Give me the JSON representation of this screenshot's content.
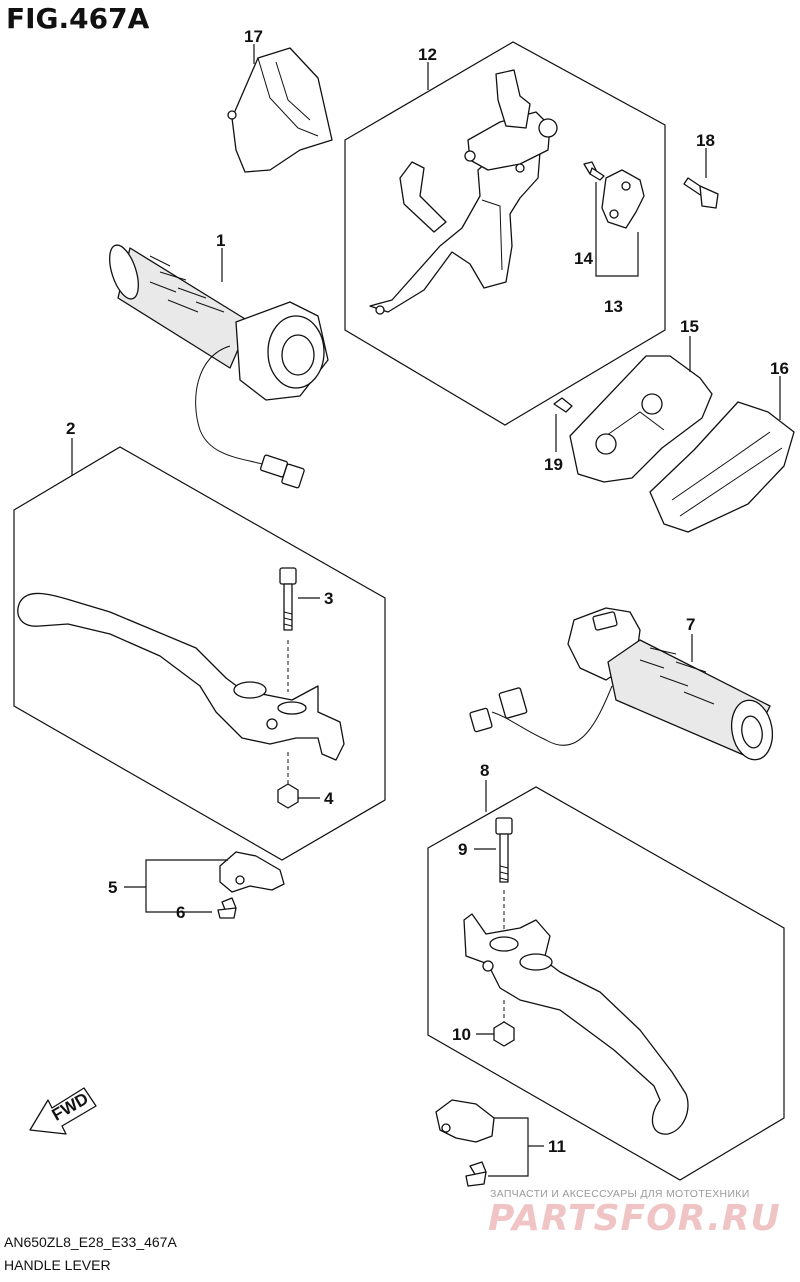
{
  "figure": {
    "title": "FIG.467A",
    "code": "AN650ZL8_E28_E33_467A",
    "description": "HANDLE LEVER"
  },
  "callouts": [
    "1",
    "2",
    "3",
    "4",
    "5",
    "6",
    "7",
    "8",
    "9",
    "10",
    "11",
    "12",
    "13",
    "14",
    "15",
    "16",
    "17",
    "18",
    "19"
  ],
  "fwd_label": "FWD",
  "watermark": {
    "subtitle": "ЗАПЧАСТИ И АКСЕССУАРЫ ДЛЯ МОТОТЕХНИКИ",
    "brand": "PARTSFOR.RU"
  }
}
